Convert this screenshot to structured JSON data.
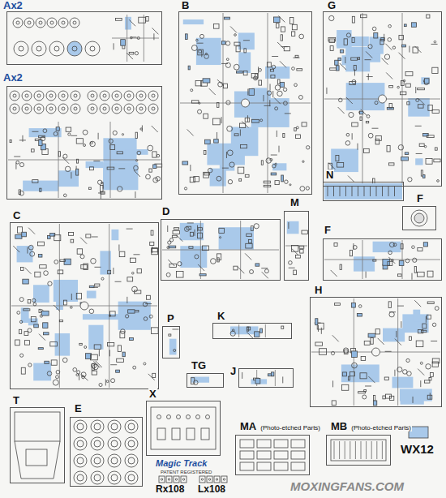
{
  "diagram": {
    "nodes": [
      {
        "text": [
          "Ax2"
        ]
      },
      {
        "text": [
          "B"
        ]
      },
      {
        "text": [
          "G"
        ]
      },
      {
        "text": [
          "Ax2"
        ]
      },
      {
        "text": [
          "N"
        ]
      },
      {
        "text": [
          "F"
        ]
      },
      {
        "text": [
          "C"
        ]
      },
      {
        "text": [
          "D"
        ]
      },
      {
        "text": [
          "M"
        ]
      },
      {
        "text": [
          "F"
        ]
      },
      {
        "text": [
          "H"
        ]
      },
      {
        "text": [
          "P"
        ]
      },
      {
        "text": [
          "K"
        ]
      },
      {
        "text": [
          "TG"
        ]
      },
      {
        "text": [
          "J"
        ]
      },
      {
        "text": [
          "T"
        ]
      },
      {
        "text": [
          "E"
        ]
      },
      {
        "text": [
          "X"
        ]
      },
      {
        "text": [
          "MA",
          "(Photo-etched Parts)"
        ]
      },
      {
        "text": [
          "MB",
          "(Photo-etched Parts)"
        ]
      }
    ],
    "labels": [
      "WX12",
      "Magic Track",
      "PATENT REGISTERED",
      "Rx108",
      "Lx108",
      "MOXINGFANS.COM"
    ]
  }
}
